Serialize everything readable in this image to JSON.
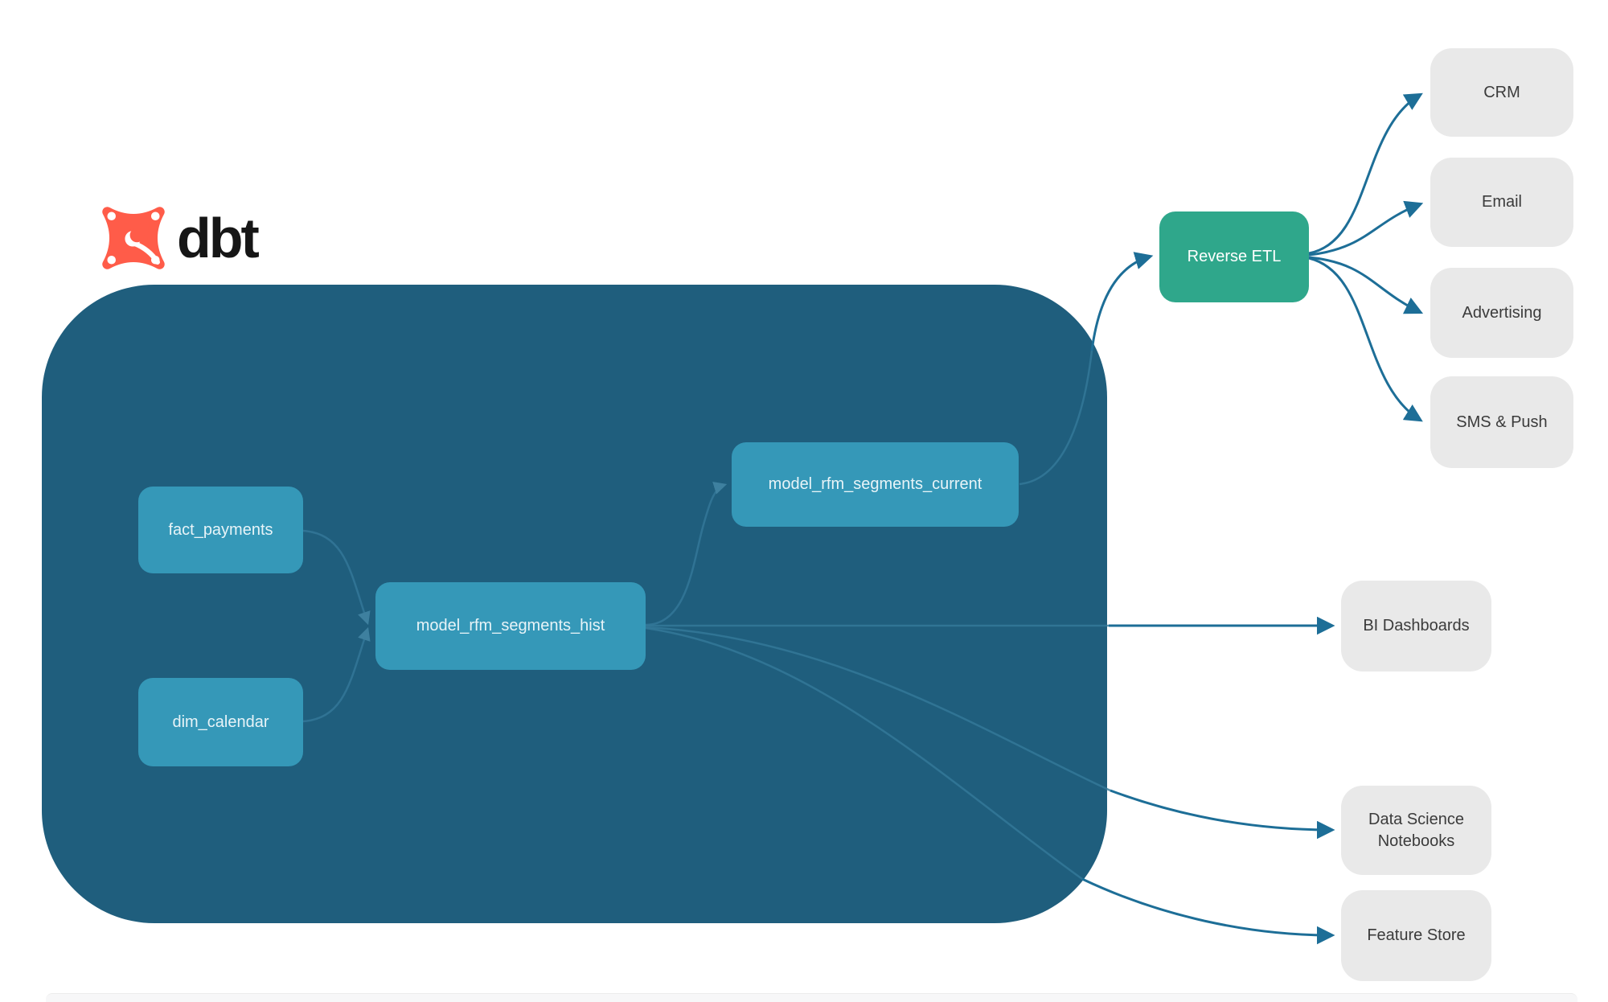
{
  "brand": {
    "name": "dbt"
  },
  "nodes": {
    "fact_payments": "fact_payments",
    "dim_calendar": "dim_calendar",
    "hist": "model_rfm_segments_hist",
    "current": "model_rfm_segments_current"
  },
  "reverse_etl": {
    "label": "Reverse ETL"
  },
  "destinations": {
    "crm": "CRM",
    "email": "Email",
    "advertising": "Advertising",
    "sms_push": "SMS & Push"
  },
  "outputs": {
    "bi": "BI Dashboards",
    "data_science": "Data Science Notebooks",
    "feature_store": "Feature Store"
  },
  "colors": {
    "container": "#1F5E7D",
    "node_teal": "#3598B8",
    "reverse_etl_green": "#2FA78B",
    "destination_gray": "#E9E9E9",
    "edge_strong": "#1D6E97",
    "edge_muted": "#35799A",
    "logo_orange": "#FF5C49",
    "wordmark_black": "#161616"
  }
}
